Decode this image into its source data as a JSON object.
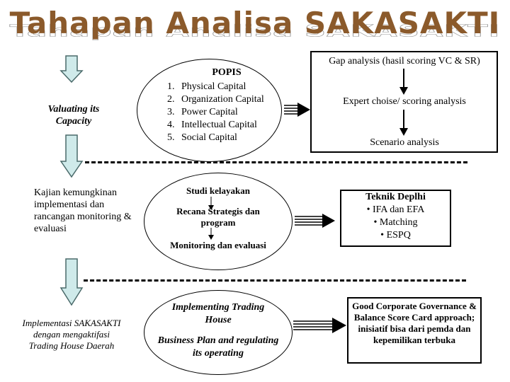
{
  "title": "Tahapan Analisa SAKASAKTI",
  "stages": [
    {
      "side_label": "Valuating its Capacity",
      "ellipse": {
        "heading": "POPIS",
        "items": [
          "Physical Capital",
          "Organization Capital",
          "Power Capital",
          "Intellectual Capital",
          "Social Capital"
        ]
      },
      "box": {
        "lines": [
          "Gap analysis (hasil scoring VC & SR)",
          "Expert choise/ scoring analysis",
          "Scenario analysis"
        ]
      }
    },
    {
      "side_label": "Kajian kemungkinan implementasi dan rancangan monitoring & evaluasi",
      "ellipse": {
        "items": [
          "Studi kelayakan",
          "Recana Strategis dan program",
          "Monitoring dan evaluasi"
        ]
      },
      "box": {
        "heading": "Teknik Deplhi",
        "bullets": [
          "• IFA dan EFA",
          "• Matching",
          "• ESPQ"
        ]
      }
    },
    {
      "side_label": "Implementasi SAKASAKTI dengan mengaktifasi Trading House Daerah",
      "ellipse": {
        "items": [
          "Implementing Trading House",
          "Business Plan and regulating its operating"
        ]
      },
      "box": {
        "text": "Good Corporate Governance & Balance Score Card approach; inisiatif bisa dari pemda dan kepemilikan terbuka"
      }
    }
  ],
  "colors": {
    "title": "#8b5a2b",
    "arrow_fill": "#cfeaea",
    "arrow_stroke": "#4a6a6a"
  }
}
